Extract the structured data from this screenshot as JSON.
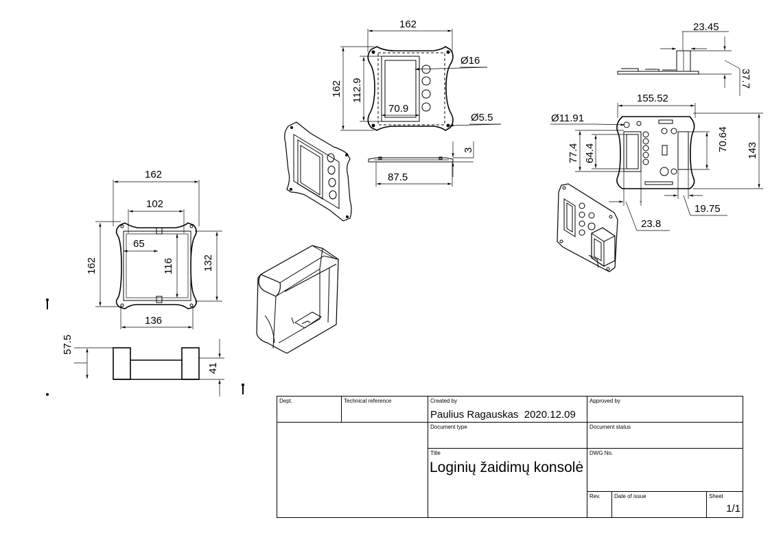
{
  "dimensions": {
    "base_width_top": "162",
    "base_inner_width": "102",
    "base_slot": "65",
    "base_height": "162",
    "base_inner_height": "116",
    "base_outer_height": "132",
    "base_bottom_width": "136",
    "side_height": "57.5",
    "side_depth": "41",
    "lid_width": "162",
    "lid_height": "162",
    "lid_inner_height": "112.9",
    "lid_window": "70.9",
    "lid_button_dia": "Ø16",
    "lid_hole_dia": "Ø5.5",
    "lid_thickness": "3",
    "lid_side_width": "87.5",
    "pcb_height_top": "23.45",
    "pcb_side": "37.7",
    "pcb_width": "155.52",
    "pcb_hole_dia": "Ø11.91",
    "pcb_window_outer": "77.4",
    "pcb_window_inner": "64.4",
    "pcb_connector": "70.64",
    "pcb_height": "143",
    "pcb_offset": "23.8",
    "pcb_edge": "19.75"
  },
  "title_block": {
    "dept_label": "Dept.",
    "tech_ref_label": "Technical reference",
    "created_by_label": "Created by",
    "created_by_value": "Paulius Ragauskas  2020.12.09",
    "approved_by_label": "Approved by",
    "doc_type_label": "Document type",
    "doc_status_label": "Document status",
    "title_label": "Title",
    "title_value": "Loginių žaidimų konsolė",
    "dwg_no_label": "DWG No.",
    "rev_label": "Rev.",
    "date_issue_label": "Date of issue",
    "sheet_label": "Sheet",
    "sheet_value": "1/1"
  }
}
